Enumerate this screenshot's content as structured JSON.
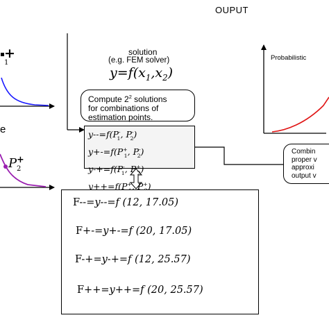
{
  "output_title": "OUPUT",
  "solution": {
    "label": "solution",
    "solver": "(e.g. FEM solver)",
    "equation": {
      "lhs": "y",
      "eq": "=",
      "f": "f",
      "args": [
        "x",
        "1",
        "x",
        "2"
      ]
    }
  },
  "compute_note": {
    "line1_pre": "Compute 2",
    "line1_sup": "2",
    "line1_post": " solutions",
    "line2": "for combinations of",
    "line3": "estimation points."
  },
  "combos": [
    {
      "y": "y--",
      "s1": "-",
      "s2": "-"
    },
    {
      "y": "y+-",
      "s1": "+",
      "s2": "-"
    },
    {
      "y": "y-+",
      "s1": "-",
      "s2": "+"
    },
    {
      "y": "y++",
      "s1": "+",
      "s2": "+"
    }
  ],
  "combo_template": {
    "eq": "=f(",
    "p": "P",
    "i1": "1",
    "i2": "2",
    "sep": ", ",
    "close": ")"
  },
  "f_values": [
    {
      "F": "F--=",
      "y": "y--",
      "expr": "=f (12, 17.05)"
    },
    {
      "F": "F+-=",
      "y": "y+-",
      "expr": "=f (20, 17.05)"
    },
    {
      "F": "F-+=",
      "y": "y-+",
      "expr": "=f (12, 25.57)"
    },
    {
      "F": "F++=",
      "y": "y++",
      "expr": "=f (20, 25.57)"
    }
  ],
  "left_labels": {
    "p1_sign": "+",
    "p1_sub": "1",
    "e_fragment": "e",
    "p2": "P",
    "p2_sign": "+",
    "p2_sub": "2"
  },
  "right_plot_title": "Probabilistic",
  "combine_note": {
    "line1": "Combin",
    "line2": "proper v",
    "line3": "approxi",
    "line4": "output v"
  },
  "colors": {
    "blue_curve": "#1a1aff",
    "purple_curve": "#9a1fb0",
    "red_curve": "#e01515",
    "line": "#000000"
  }
}
